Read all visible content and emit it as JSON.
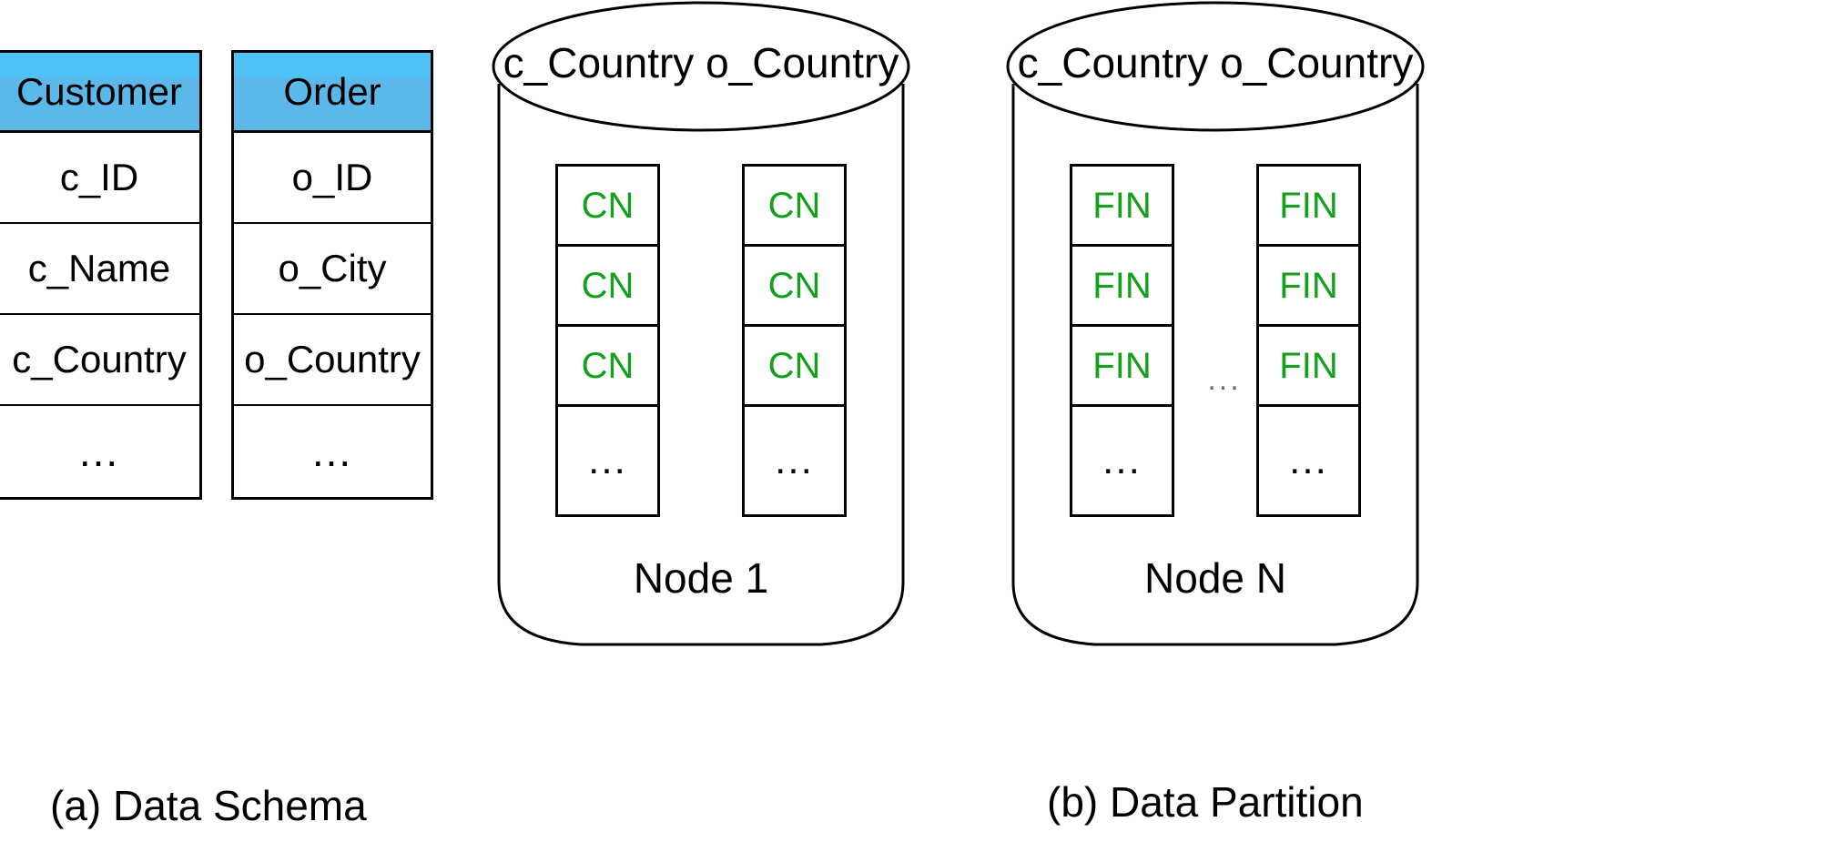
{
  "figure": {
    "captions": [
      {
        "id": "a",
        "text": "(a) Data Schema"
      },
      {
        "id": "b",
        "text": "(b) Data Partition"
      }
    ]
  },
  "schema": {
    "tables": [
      {
        "name": "Customer",
        "header_fill": "#5bb8e8",
        "header_fill_top": "#4fc3f7",
        "rows": [
          "c_ID",
          "c_Name",
          "c_Country",
          "..."
        ]
      },
      {
        "name": "Order",
        "header_fill": "#5bb8e8",
        "header_fill_top": "#4fc3f7",
        "rows": [
          "o_ID",
          "o_City",
          "o_Country",
          "..."
        ]
      }
    ]
  },
  "partition": {
    "between_nodes_ellipsis": "...",
    "value_color": "#13a01a",
    "nodes": [
      {
        "caption": "Node 1",
        "top_label": "c_Country  o_Country",
        "columns": [
          {
            "cells": [
              "CN",
              "CN",
              "CN",
              "..."
            ]
          },
          {
            "cells": [
              "CN",
              "CN",
              "CN",
              "..."
            ]
          }
        ]
      },
      {
        "caption": "Node N",
        "top_label": "c_Country  o_Country",
        "columns": [
          {
            "cells": [
              "FIN",
              "FIN",
              "FIN",
              "..."
            ]
          },
          {
            "cells": [
              "FIN",
              "FIN",
              "FIN",
              "..."
            ]
          }
        ]
      }
    ]
  }
}
